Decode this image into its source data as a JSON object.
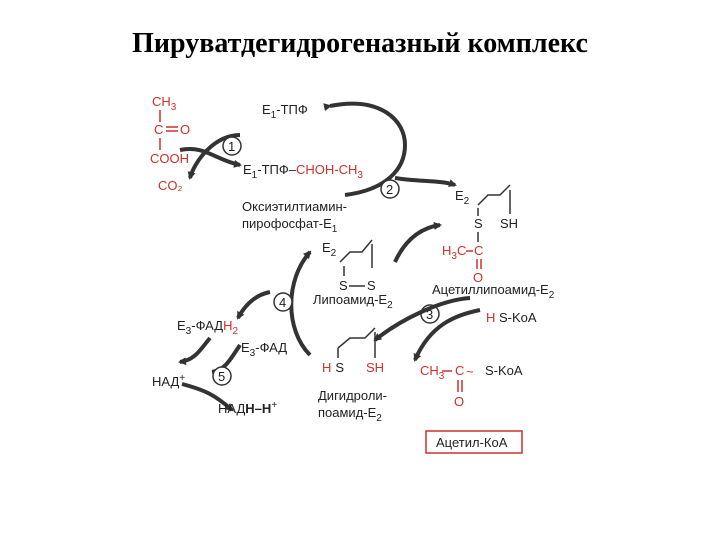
{
  "title": "Пируватдегидрогеназный комплекс",
  "colors": {
    "red": "#d0302a",
    "black": "#222222",
    "arrow": "#333333"
  },
  "pyruvate": {
    "ch3": "CH",
    "ch3_sub": "3",
    "c": "C",
    "o": "O",
    "cooh": "COOH"
  },
  "co2": "CO₂",
  "e1_tpp_top": {
    "e": "E",
    "sub": "1",
    "rest": "-ТПФ"
  },
  "e1_tpp_complex": {
    "e": "E",
    "sub": "1",
    "rest": "-ТПФ–",
    "red": "CHOH-CH",
    "red_sub": "3"
  },
  "step_numbers": [
    "1",
    "2",
    "3",
    "4",
    "5"
  ],
  "oxyethyl_label": {
    "line1": "Оксиэтилтиамин-",
    "line2": "пирофосфат-E",
    "line2_sub": "1"
  },
  "lipoamide_top": {
    "e": "E",
    "sub": "2",
    "s1": "S",
    "s2": "S"
  },
  "lipoamide_label": {
    "text": "Липоамид-E",
    "sub": "2"
  },
  "acetyl_lipoamide": {
    "e": "E",
    "sub": "2",
    "s1": "S",
    "sh": "SH",
    "h3c": "H",
    "h3c_sub": "3",
    "c": "C",
    "c2": "C",
    "o": "O"
  },
  "acetyl_lipoamide_label": {
    "text": "Ацетиллипоамид-E",
    "sub": "2"
  },
  "coa_in": {
    "h": "H",
    "rest": " S-KoA"
  },
  "dihydro": {
    "h": "H",
    "s": "S",
    "sh": "SH"
  },
  "dihydro_label": {
    "line1": "Дигидроли-",
    "line2": "поамид-E",
    "line2_sub": "2"
  },
  "acetyl_coa": {
    "ch3": "CH",
    "ch3_sub": "3",
    "c": "C",
    "tilde": "~",
    "skoa": "S-KoA",
    "o": "O"
  },
  "acetyl_coa_box": "Ацетил-КоА",
  "e3_fadh2": {
    "e": "E",
    "sub": "3",
    "mid": "-ФАД",
    "red": "H",
    "red_sub": "2"
  },
  "e3_fad": {
    "e": "E",
    "sub": "3",
    "rest": "-ФАД"
  },
  "nad": {
    "text": "НАД",
    "sup": "+"
  },
  "nadh": {
    "text": "НАД",
    "bold": "H–H",
    "sup": "+"
  }
}
